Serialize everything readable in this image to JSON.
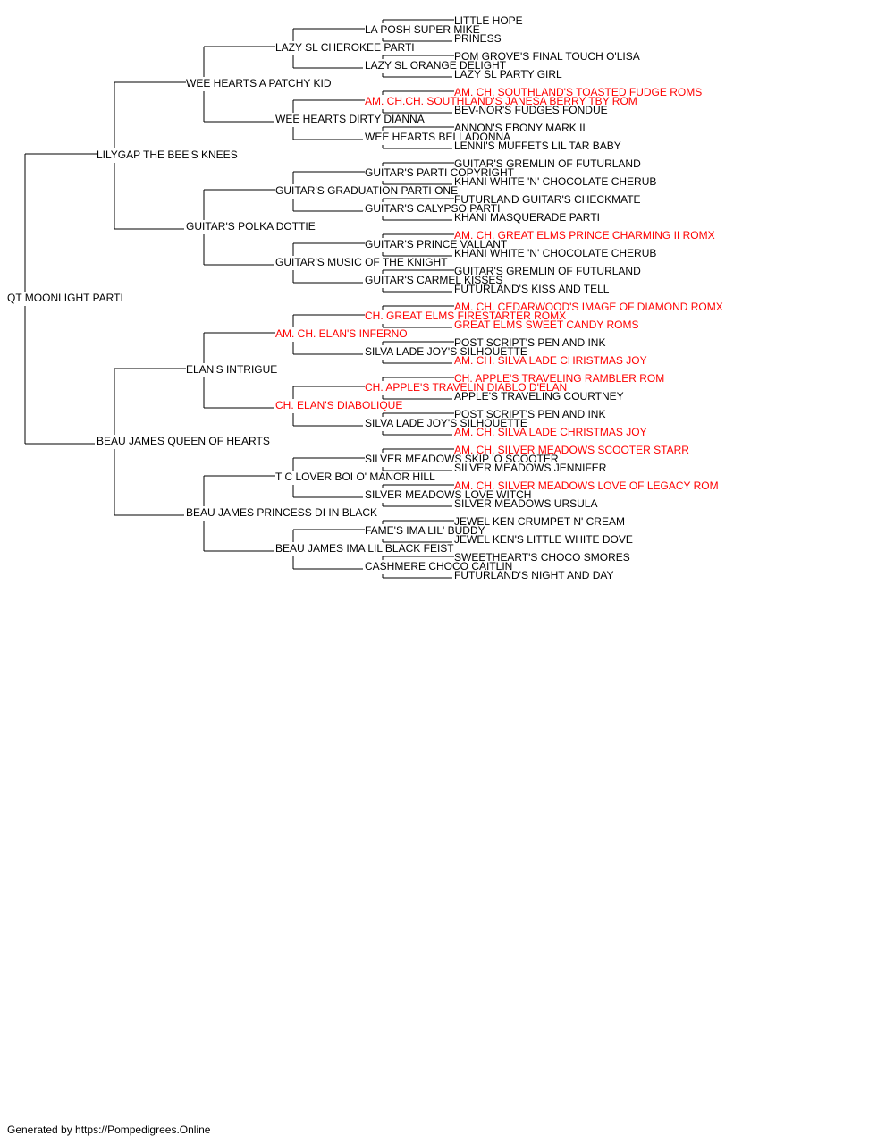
{
  "colors": {
    "normal": "#000000",
    "champion": "#ff0000",
    "line": "#000000"
  },
  "pedigree": {
    "name": "QT MOONLIGHT PARTI",
    "champion": false,
    "sire": {
      "name": "LILYGAP THE BEE'S KNEES",
      "champion": false,
      "sire": {
        "name": "WEE HEARTS A PATCHY KID",
        "champion": false,
        "sire": {
          "name": "LAZY SL CHEROKEE PARTI",
          "champion": false,
          "sire": {
            "name": "LA POSH SUPER MIKE",
            "champion": false,
            "sire": {
              "name": "LITTLE HOPE",
              "champion": false
            },
            "dam": {
              "name": "PRINESS",
              "champion": false
            }
          },
          "dam": {
            "name": "LAZY SL ORANGE DELIGHT",
            "champion": false,
            "sire": {
              "name": "POM GROVE'S FINAL TOUCH O'LISA",
              "champion": false
            },
            "dam": {
              "name": "LAZY SL PARTY GIRL",
              "champion": false
            }
          }
        },
        "dam": {
          "name": "WEE HEARTS DIRTY DIANNA",
          "champion": false,
          "sire": {
            "name": "AM. CH.CH. SOUTHLAND'S JANESA BERRY TBY ROM",
            "champion": true,
            "sire": {
              "name": "AM. CH. SOUTHLAND'S TOASTED FUDGE ROMS",
              "champion": true
            },
            "dam": {
              "name": "BEV-NOR'S FUDGES FONDUE",
              "champion": false
            }
          },
          "dam": {
            "name": "WEE HEARTS BELLADONNA",
            "champion": false,
            "sire": {
              "name": "ANNON'S EBONY MARK II",
              "champion": false
            },
            "dam": {
              "name": "LENNI'S MUFFETS LIL TAR BABY",
              "champion": false
            }
          }
        }
      },
      "dam": {
        "name": "GUITAR'S POLKA DOTTIE",
        "champion": false,
        "sire": {
          "name": "GUITAR'S GRADUATION PARTI ONE",
          "champion": false,
          "sire": {
            "name": "GUITAR'S PARTI COPYRIGHT",
            "champion": false,
            "sire": {
              "name": "GUITAR'S GREMLIN OF FUTURLAND",
              "champion": false
            },
            "dam": {
              "name": "KHANI WHITE 'N' CHOCOLATE CHERUB",
              "champion": false
            }
          },
          "dam": {
            "name": "GUITAR'S CALYPSO PARTI",
            "champion": false,
            "sire": {
              "name": "FUTURLAND GUITAR'S CHECKMATE",
              "champion": false
            },
            "dam": {
              "name": "KHANI MASQUERADE PARTI",
              "champion": false
            }
          }
        },
        "dam": {
          "name": "GUITAR'S MUSIC OF THE KNIGHT",
          "champion": false,
          "sire": {
            "name": "GUITAR'S PRINCE VALLANT",
            "champion": false,
            "sire": {
              "name": "AM. CH. GREAT ELMS PRINCE CHARMING II ROMX",
              "champion": true
            },
            "dam": {
              "name": "KHANI WHITE 'N' CHOCOLATE CHERUB",
              "champion": false
            }
          },
          "dam": {
            "name": "GUITAR'S CARMEL KISSES",
            "champion": false,
            "sire": {
              "name": "GUITAR'S GREMLIN OF FUTURLAND",
              "champion": false
            },
            "dam": {
              "name": "FUTURLAND'S KISS AND TELL",
              "champion": false
            }
          }
        }
      }
    },
    "dam": {
      "name": "BEAU JAMES QUEEN OF HEARTS",
      "champion": false,
      "sire": {
        "name": "ELAN'S INTRIGUE",
        "champion": false,
        "sire": {
          "name": "AM. CH. ELAN'S INFERNO",
          "champion": true,
          "sire": {
            "name": "CH. GREAT ELMS FIRESTARTER ROMX",
            "champion": true,
            "sire": {
              "name": "AM. CH. CEDARWOOD'S IMAGE OF DIAMOND ROMX",
              "champion": true
            },
            "dam": {
              "name": "GREAT ELMS SWEET CANDY ROMS",
              "champion": true
            }
          },
          "dam": {
            "name": "SILVA LADE JOY'S SILHOUETTE",
            "champion": false,
            "sire": {
              "name": "POST SCRIPT'S PEN AND INK",
              "champion": false
            },
            "dam": {
              "name": "AM. CH. SILVA LADE CHRISTMAS JOY",
              "champion": true
            }
          }
        },
        "dam": {
          "name": "CH. ELAN'S DIABOLIQUE",
          "champion": true,
          "sire": {
            "name": "CH. APPLE'S TRAVELIN DIABLO D'ELAN",
            "champion": true,
            "sire": {
              "name": "CH. APPLE'S TRAVELING RAMBLER ROM",
              "champion": true
            },
            "dam": {
              "name": "APPLE'S TRAVELING COURTNEY",
              "champion": false
            }
          },
          "dam": {
            "name": "SILVA LADE JOY'S SILHOUETTE",
            "champion": false,
            "sire": {
              "name": "POST SCRIPT'S PEN AND INK",
              "champion": false
            },
            "dam": {
              "name": "AM. CH. SILVA LADE CHRISTMAS JOY",
              "champion": true
            }
          }
        }
      },
      "dam": {
        "name": "BEAU JAMES PRINCESS DI IN BLACK",
        "champion": false,
        "sire": {
          "name": "T C LOVER BOI O' MANOR HILL",
          "champion": false,
          "sire": {
            "name": "SILVER MEADOWS SKIP 'O SCOOTER",
            "champion": false,
            "sire": {
              "name": "AM. CH. SILVER MEADOWS SCOOTER STARR",
              "champion": true
            },
            "dam": {
              "name": "SILVER MEADOWS JENNIFER",
              "champion": false
            }
          },
          "dam": {
            "name": "SILVER MEADOWS LOVE WITCH",
            "champion": false,
            "sire": {
              "name": "AM. CH. SILVER MEADOWS LOVE OF LEGACY ROM",
              "champion": true
            },
            "dam": {
              "name": "SILVER MEADOWS URSULA",
              "champion": false
            }
          }
        },
        "dam": {
          "name": "BEAU JAMES IMA LIL BLACK FEIST",
          "champion": false,
          "sire": {
            "name": "FAME'S IMA LIL' BUDDY",
            "champion": false,
            "sire": {
              "name": "JEWEL KEN CRUMPET N' CREAM",
              "champion": false
            },
            "dam": {
              "name": "JEWEL KEN'S LITTLE WHITE DOVE",
              "champion": false
            }
          },
          "dam": {
            "name": "CASHMERE CHOCO CAITLIN",
            "champion": false,
            "sire": {
              "name": "SWEETHEART'S CHOCO SMORES",
              "champion": false
            },
            "dam": {
              "name": "FUTURLAND'S NIGHT AND DAY",
              "champion": false
            }
          }
        }
      }
    }
  },
  "footer": {
    "text": "Generated by https://Pompedigrees.Online"
  }
}
